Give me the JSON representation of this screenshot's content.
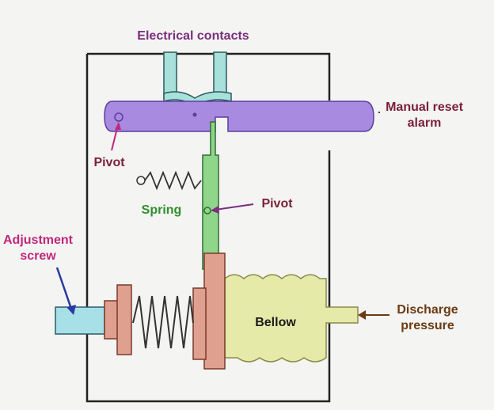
{
  "labels": {
    "electrical_contacts": "Electrical contacts",
    "manual_reset_line1": "Manual reset",
    "manual_reset_line2": "alarm",
    "pivot_top": "Pivot",
    "pivot_mid": "Pivot",
    "spring": "Spring",
    "adjustment_line1": "Adjustment",
    "adjustment_line2": "screw",
    "bellow": "Bellow",
    "discharge_line1": "Discharge",
    "discharge_line2": "pressure"
  },
  "colors": {
    "title_purple": "#7a2e7e",
    "maroon": "#7a1f3a",
    "magenta": "#c0277a",
    "green_text": "#2f8f2f",
    "brown": "#6b3a12",
    "lever": "#a88ae0",
    "lever_stroke": "#5a3f9a",
    "green_lever": "#8fd68a",
    "pink_plate": "#e0a090",
    "bellow": "#e6eaa8",
    "contact": "#a8e0dc",
    "screw": "#a8e0e8"
  }
}
